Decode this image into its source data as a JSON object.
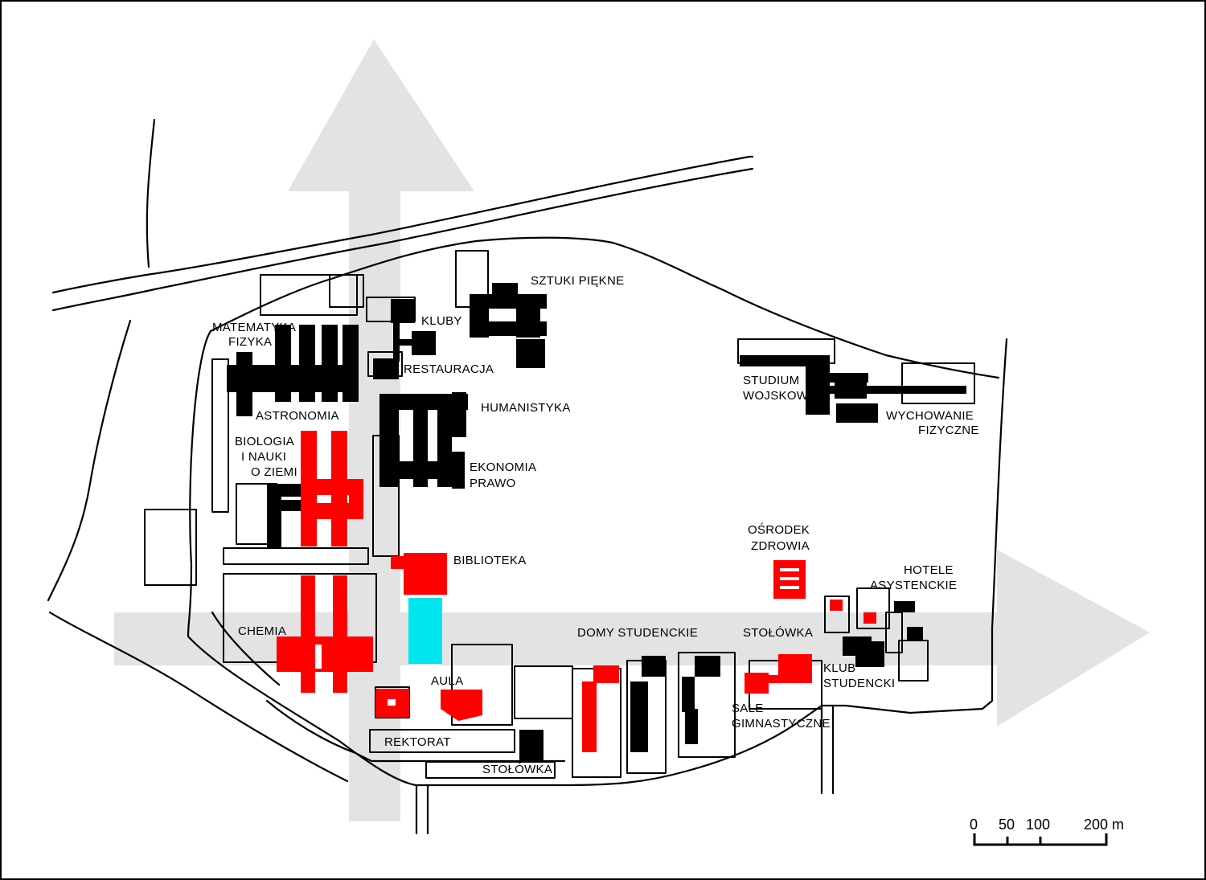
{
  "colors": {
    "arrow": "#e3e3e3",
    "building_black": "#000000",
    "building_red": "#ff0000",
    "pool": "#00e5ee",
    "road": "#000000",
    "background": "#ffffff"
  },
  "labels": {
    "sztuki_piekne": "SZTUKI PIĘKNE",
    "kluby": "KLUBY",
    "restauracja": "RESTAURACJA",
    "matematyka": "MATEMATYKA",
    "fizyka": "FIZYKA",
    "astronomia": "ASTRONOMIA",
    "humanistyka": "HUMANISTYKA",
    "ekonomia": "EKONOMIA",
    "prawo": "PRAWO",
    "biologia": "BIOLOGIA",
    "i_nauki": "I NAUKI",
    "o_ziemi": "O ZIEMI",
    "biblioteka": "BIBLIOTEKA",
    "chemia": "CHEMIA",
    "aula": "AULA",
    "rektorat": "REKTORAT",
    "stolowka_bottom": "STOŁÓWKA",
    "domy_studenckie": "DOMY STUDENCKIE",
    "stolowka_mid": "STOŁÓWKA",
    "studium": "STUDIUM",
    "wojskowe": "WOJSKOWE",
    "wychowanie": "WYCHOWANIE",
    "fizyczne": "FIZYCZNE",
    "osrodek": "OŚRODEK",
    "zdrowia": "ZDROWIA",
    "hotele": "HOTELE",
    "asystenckie": "ASYSTENCKIE",
    "klub": "KLUB",
    "studencki": "STUDENCKI",
    "sale": "SALE",
    "gimnastyczne": "GIMNASTYCZNE"
  },
  "scale_bar": {
    "ticks": [
      "0",
      "50",
      "100",
      "200 m"
    ]
  }
}
